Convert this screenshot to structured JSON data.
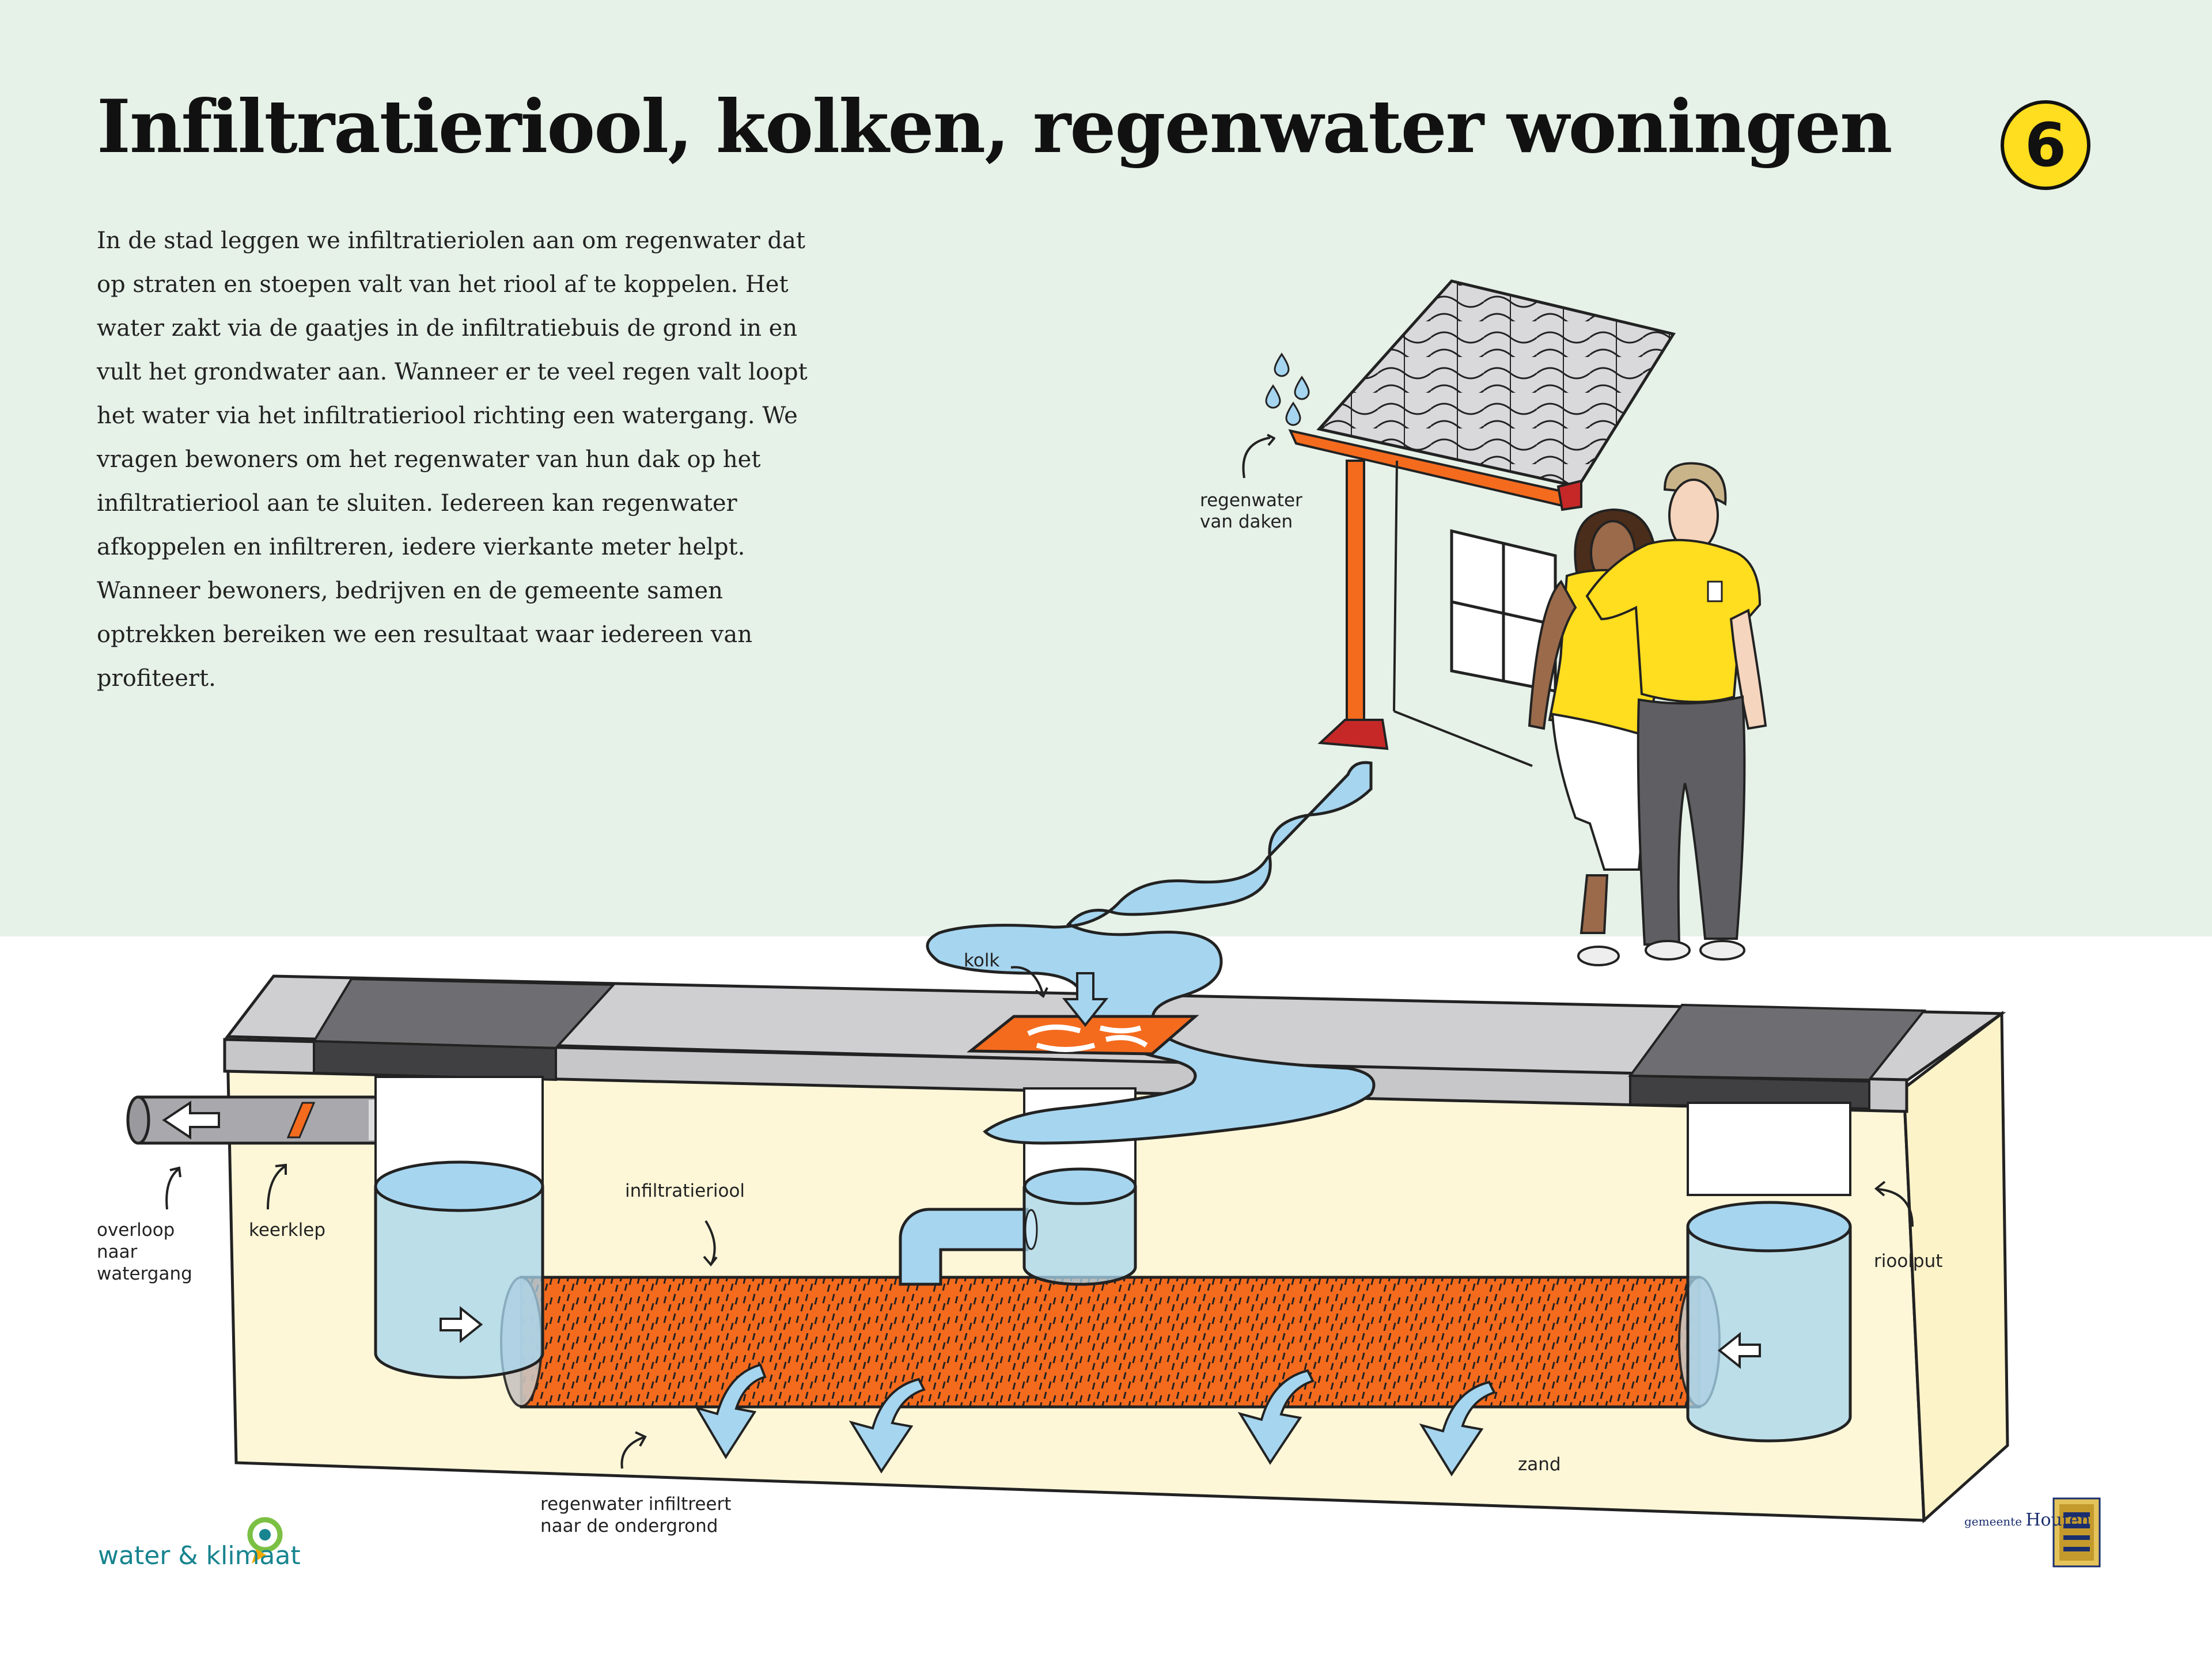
{
  "header": {
    "title": "Infiltratieriool, kolken, regenwater woningen",
    "number": "6"
  },
  "intro": {
    "text": "In de stad leggen we infiltratieriolen aan om regenwater dat op straten en stoepen valt van het riool af te koppelen. Het water zakt via de gaatjes in de infiltratiebuis de grond in en vult het grondwater aan. Wanneer er te veel regen valt loopt het water via het infiltratieriool richting een watergang. We vragen bewoners om het regenwater van hun dak op het infiltratieriool aan te sluiten. Iedereen kan regenwater afkoppelen en infiltreren, iedere vierkante meter helpt. Wanneer bewoners, bedrijven en de gemeente samen optrekken bereiken we een resultaat waar iedereen van profiteert."
  },
  "labels": {
    "roof_line1": "regenwater",
    "roof_line2": "van daken",
    "kolk": "kolk",
    "infiltratieriool": "infiltratieriool",
    "overloop_line1": "overloop",
    "overloop_line2": "naar",
    "overloop_line3": "watergang",
    "keerklep": "keerklep",
    "rioolput": "rioolput",
    "infiltreert_line1": "regenwater infiltreert",
    "infiltreert_line2": "naar de ondergrond",
    "zand": "zand"
  },
  "logos": {
    "water_klimaat": "water & klimaat",
    "houten_prefix": "gemeente",
    "houten_name": "Houten"
  },
  "colors": {
    "background_top": "#e6f1e8",
    "badge_yellow": "#ffdd1f",
    "water_blue": "#a6d5ef",
    "pipe_orange": "#f46b1e",
    "sand": "#fdf7d8",
    "asphalt": "#505053",
    "pavement": "#cfcfd2",
    "shirt_yellow": "#ffdd1f",
    "brand_teal": "#17848f",
    "brand_navy": "#1a2e6e"
  },
  "icons": [
    "number-badge-icon",
    "roof-tiles-icon",
    "raindrop-icon",
    "downpipe-icon",
    "window-icon",
    "couple-illustration",
    "street-gully-icon",
    "arrow-icon",
    "water-klimaat-logo-icon",
    "houten-coat-of-arms-icon"
  ]
}
